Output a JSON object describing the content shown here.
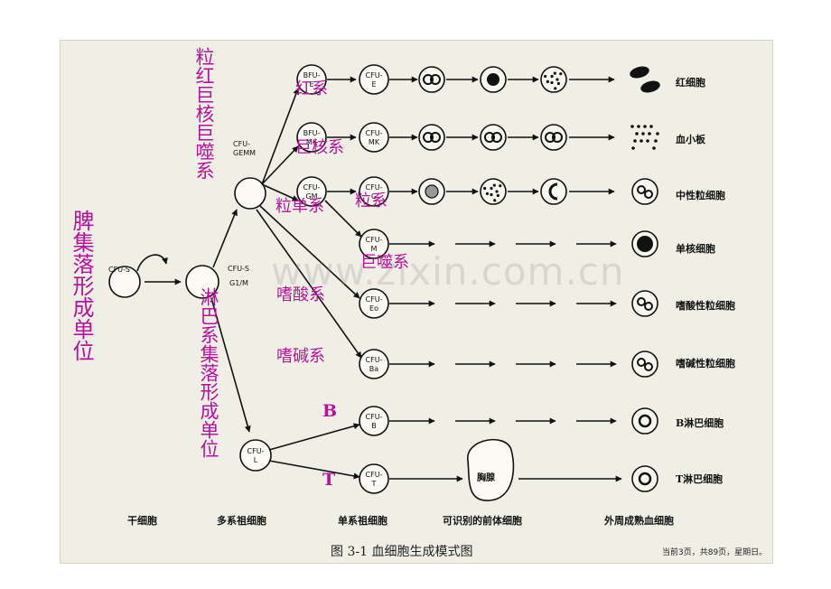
{
  "overlay": {
    "left_vertical": "脾集落形成单位",
    "top_vertical": "粒红巨核巨噬系",
    "mid_vertical": "淋巴系集落形成单位",
    "red": "红系",
    "mega": "巨核系",
    "granmono": "粒单系",
    "gran": "粒系",
    "macro": "巨噬系",
    "eos": "嗜酸系",
    "baso": "嗜碱系",
    "b": "B",
    "t": "T"
  },
  "nodes": {
    "cfu_s_1": "CFU-S",
    "cfu_s_2": "CFU-S",
    "g1m": "G1/M",
    "cfu_gemm": "CFU-\nGEMM",
    "bfu_e": "BFU-\nE",
    "cfu_e": "CFU-\nE",
    "bfu_mk": "BFU-\nMK",
    "cfu_mk": "CFU-\nMK",
    "cfu_gm": "CFU-\nGM",
    "cfu_g": "CFU-\nG",
    "cfu_m": "CFU-\nM",
    "cfu_eo": "CFU-\nEo",
    "cfu_ba": "CFU-\nBa",
    "cfu_b": "CFU-\nB",
    "cfu_t": "CFU-\nT",
    "cfu_l": "CFU-\nL",
    "thymus": "胸腺"
  },
  "cells": [
    "红细胞",
    "血小板",
    "中性粒细胞",
    "单核细胞",
    "嗜酸性粒细胞",
    "嗜碱性粒细胞",
    "B淋巴细胞",
    "T淋巴细胞"
  ],
  "stages": [
    "干细胞",
    "多系祖细胞",
    "单系祖细胞",
    "可识别的前体细胞",
    "外周成熟血细胞"
  ],
  "caption": "图 3-1    血细胞生成模式图",
  "page_note": "当前3页，共89页，星期日。",
  "watermark": "www.zixin.com.cn"
}
